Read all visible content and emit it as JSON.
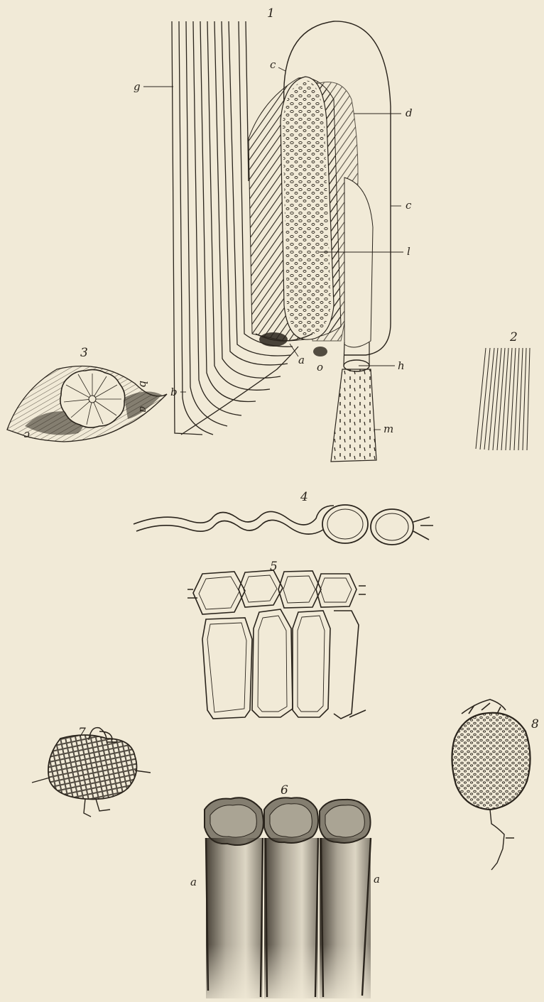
{
  "background": "#f1ead7",
  "ink": "#2a241c",
  "figures": {
    "fig1": {
      "number": "1",
      "labels": {
        "g": "g",
        "c_top": "c",
        "d": "d",
        "c_right": "c",
        "l": "l",
        "a": "a",
        "o": "o",
        "h": "h",
        "b": "b",
        "m": "m"
      }
    },
    "fig2": {
      "number": "2"
    },
    "fig3": {
      "number": "3",
      "labels": {
        "b": "b",
        "a": "a",
        "c": "c"
      }
    },
    "fig4": {
      "number": "4"
    },
    "fig5": {
      "number": "5"
    },
    "fig6": {
      "number": "6",
      "labels": {
        "a_left": "a",
        "a_right": "a"
      }
    },
    "fig7": {
      "number": "7"
    },
    "fig8": {
      "number": "8"
    }
  }
}
